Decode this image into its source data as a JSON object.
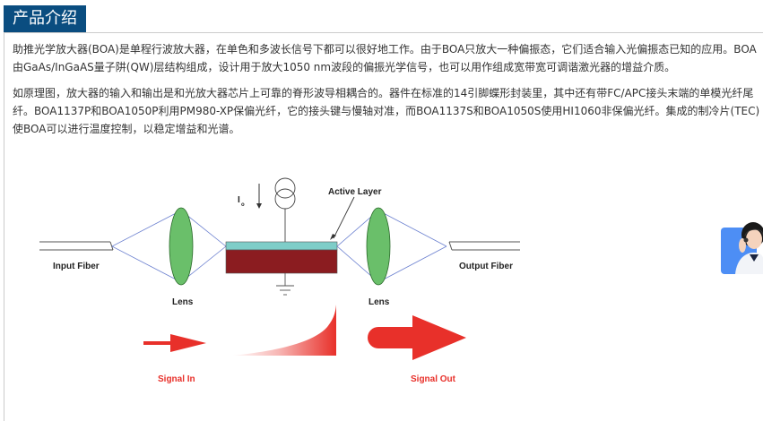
{
  "section": {
    "tab_title": "产品介绍"
  },
  "paragraphs": [
    "助推光学放大器(BOA)是单程行波放大器，在单色和多波长信号下都可以很好地工作。由于BOA只放大一种偏振态，它们适合输入光偏振态已知的应用。BOA由GaAs/InGaAS量子阱(QW)层结构组成，设计用于放大1050 nm波段的偏振光学信号，也可以用作组成宽带宽可调谐激光器的增益介质。",
    "如原理图，放大器的输入和输出是和光放大器芯片上可靠的脊形波导相耦合的。器件在标准的14引脚蝶形封装里，其中还有带FC/APC接头末端的单模光纤尾纤。BOA1137P和BOA1050P利用PM980-XP保偏光纤，它的接头键与慢轴对准，而BOA1137S和BOA1050S使用HI1060非保偏光纤。集成的制冷片(TEC)使BOA可以进行温度控制，以稳定增益和光谱。"
  ],
  "diagram": {
    "labels": {
      "input_fiber": "Input Fiber",
      "output_fiber": "Output Fiber",
      "lens_left": "Lens",
      "lens_right": "Lens",
      "active_layer": "Active Layer",
      "current": "I",
      "current_sub": "o",
      "signal_in": "Signal In",
      "signal_out": "Signal Out"
    },
    "colors": {
      "lens": "#6abf6a",
      "active_layer": "#7ecdc8",
      "chip": "#8b1c20",
      "signal": "#e8302a",
      "beam": "#6a7fcf"
    }
  },
  "widget": {
    "icon": "customer-service-icon"
  }
}
